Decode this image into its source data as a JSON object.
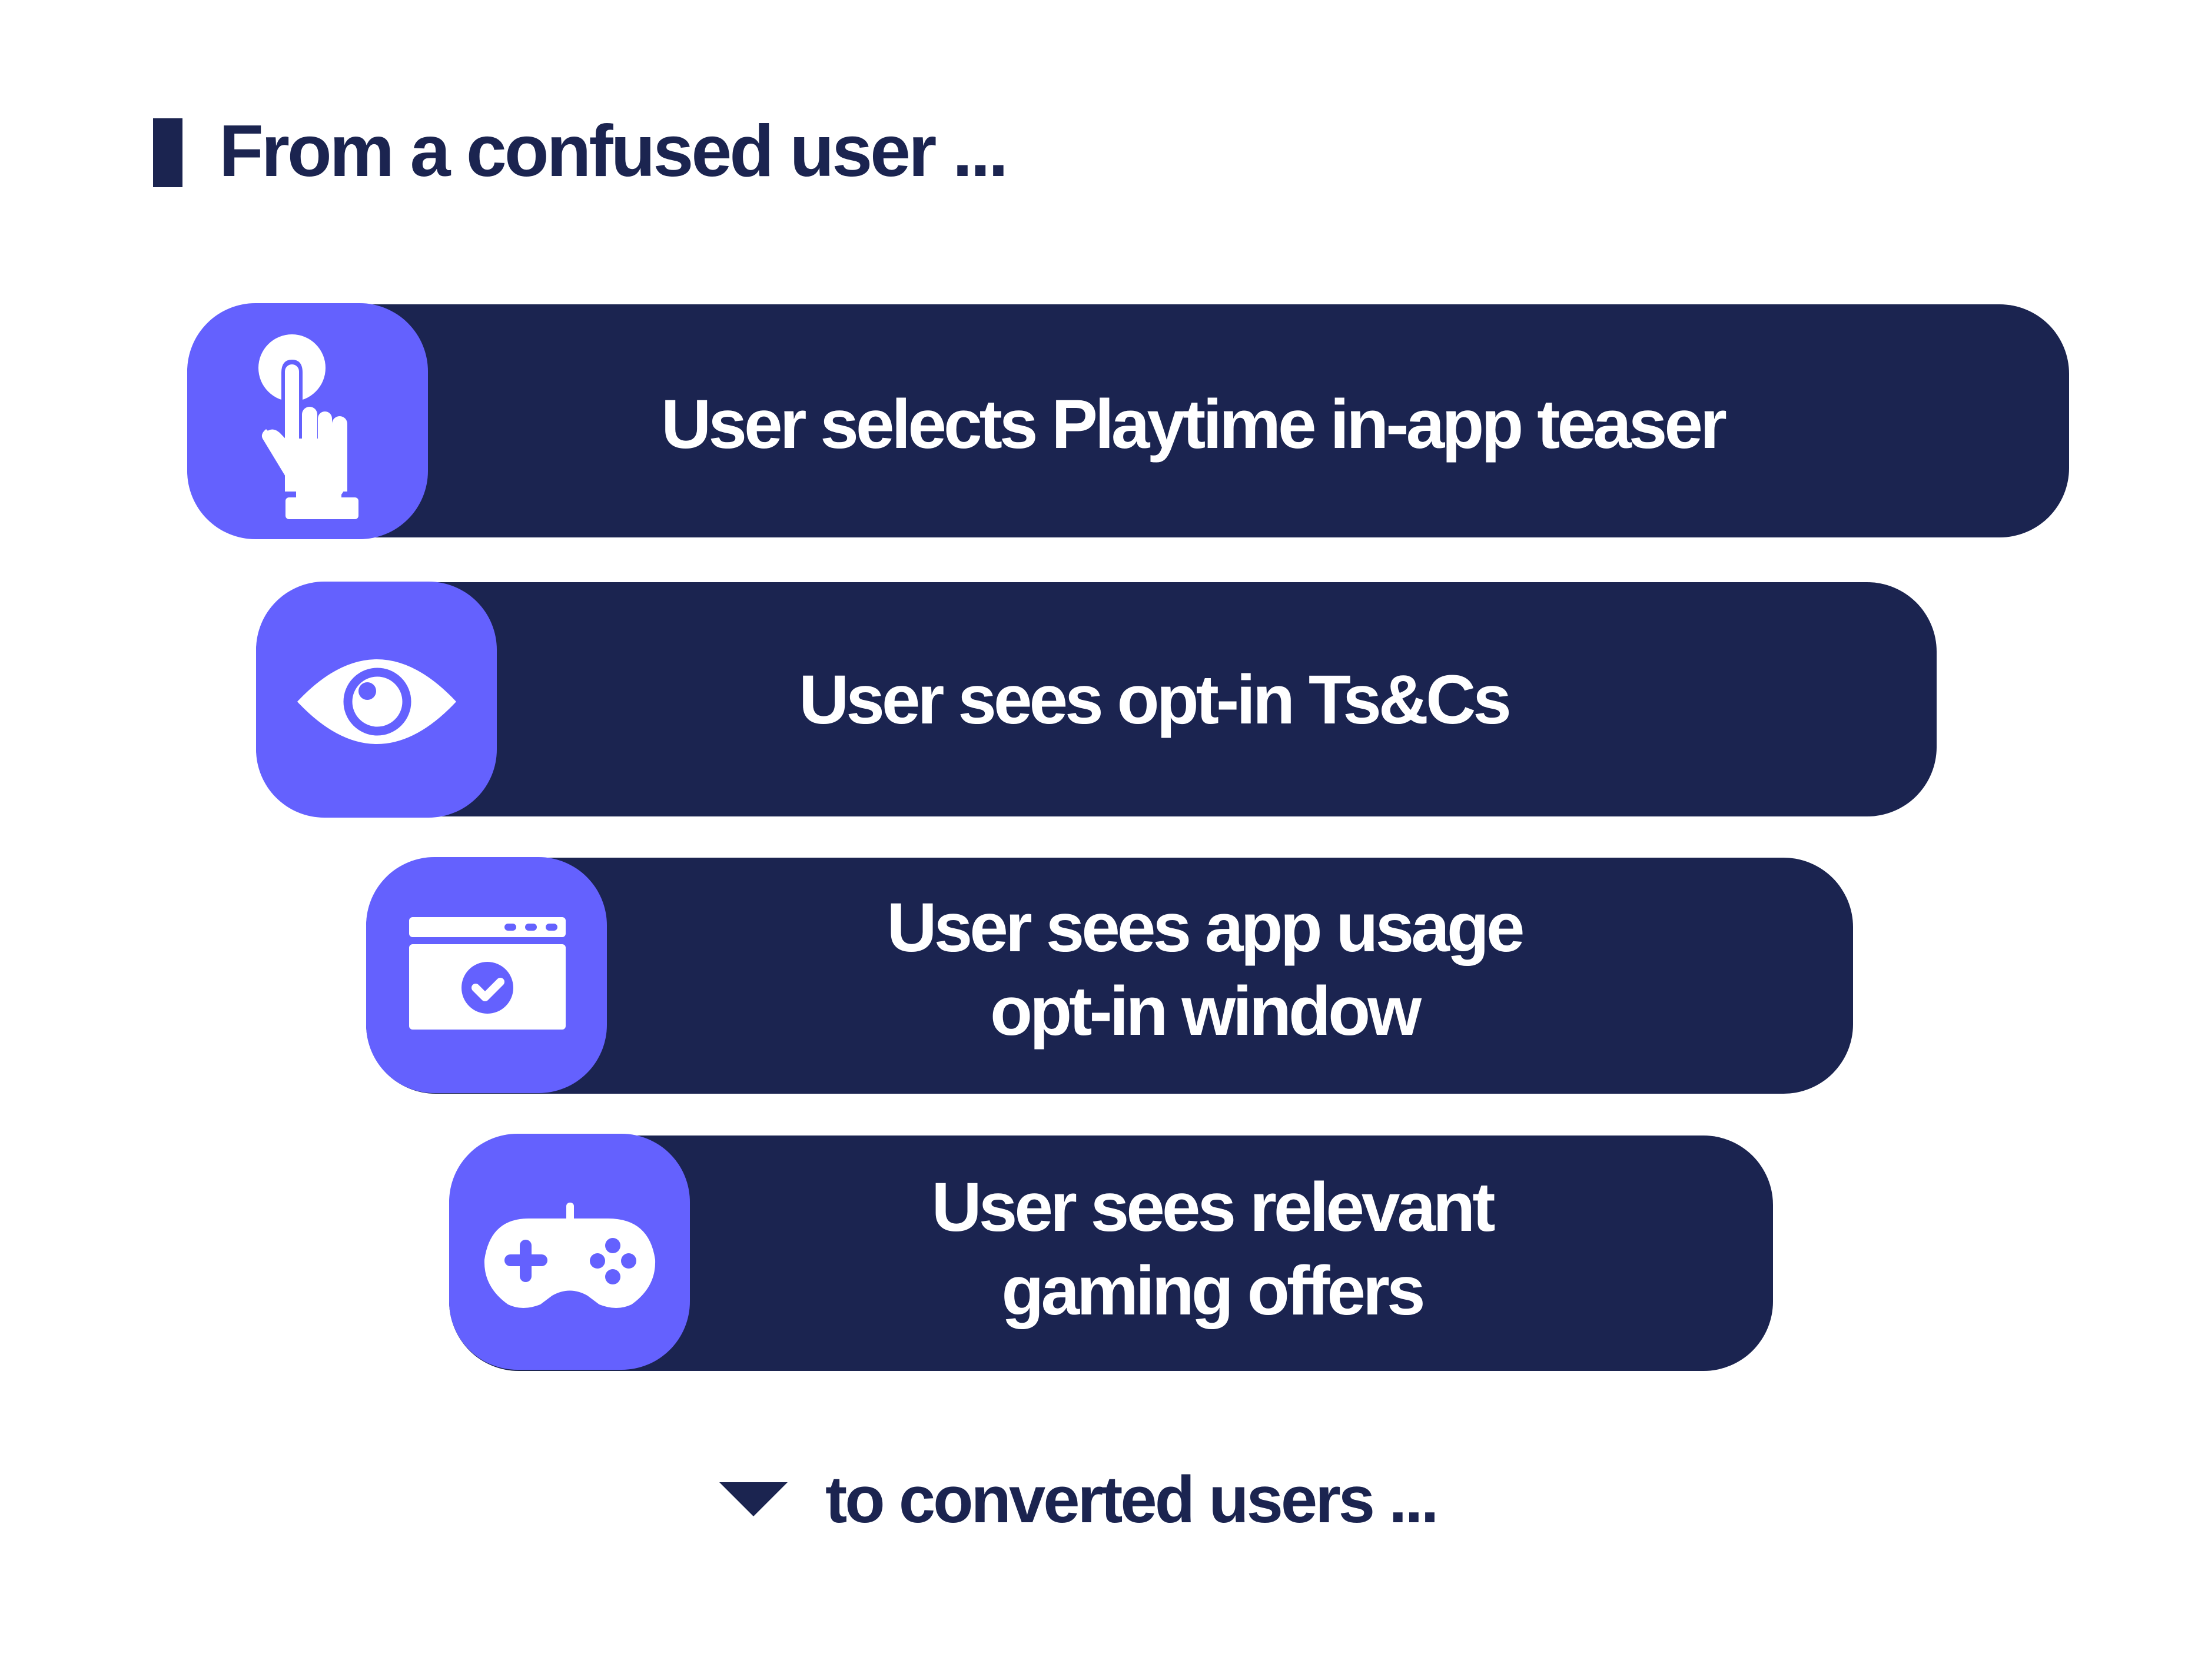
{
  "heading": {
    "text": "From a confused user ..."
  },
  "colors": {
    "navy": "#1B2450",
    "purple": "#6461FE",
    "white": "#FFFFFF"
  },
  "steps": [
    {
      "icon": "tap-hand-icon",
      "lines": [
        "User selects Playtime in-app teaser"
      ]
    },
    {
      "icon": "eye-icon",
      "lines": [
        "User sees opt-in Ts&Cs"
      ]
    },
    {
      "icon": "browser-window-check-icon",
      "lines": [
        "User sees app usage",
        "opt-in window"
      ]
    },
    {
      "icon": "gamepad-icon",
      "lines": [
        "User sees relevant",
        "gaming offers"
      ]
    }
  ],
  "footer": {
    "icon": "triangle-down-icon",
    "text": "to converted users ..."
  }
}
